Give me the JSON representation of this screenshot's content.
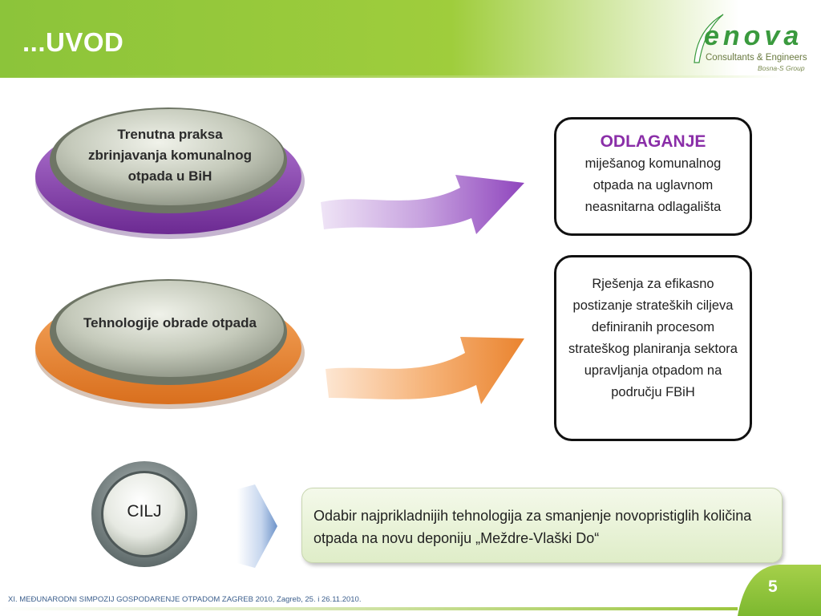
{
  "header": {
    "title": "...UVOD"
  },
  "logo": {
    "word": "enova",
    "subtitle": "Consultants & Engineers",
    "group": "Bosna-S Group"
  },
  "discs": [
    {
      "label": "Trenutna praksa zbrinjavanja komunalnog otpada u BiH",
      "color": "#8a3fb0"
    },
    {
      "label": "Tehnologije obrade otpada",
      "color": "#e8832f"
    }
  ],
  "boxes": [
    {
      "title": "ODLAGANJE",
      "text": "miješanog komunalnog otpada na uglavnom neasnitarna odlagališta"
    },
    {
      "text": "Rješenja za efikasno postizanje  strateških ciljeva definiranih procesom strateškog planiranja sektora upravljanja otpadom na području FBiH"
    }
  ],
  "goal": {
    "label": "CILJ",
    "text": "Odabir najprikladnijih tehnologija za smanjenje novopristiglih količina otpada na novu deponiju „Meždre-Vlaški Do“"
  },
  "footer": {
    "text": "XI. MEĐUNARODNI SIMPOZIJ GOSPODARENJE OTPADOM ZAGREB 2010, Zagreb, 25. i 26.11.2010.",
    "page_number": "5"
  },
  "colors": {
    "accent_green": "#8cc43a",
    "purple": "#8a3fb0",
    "orange": "#e8832f",
    "title_purple": "#8a2ea8"
  }
}
